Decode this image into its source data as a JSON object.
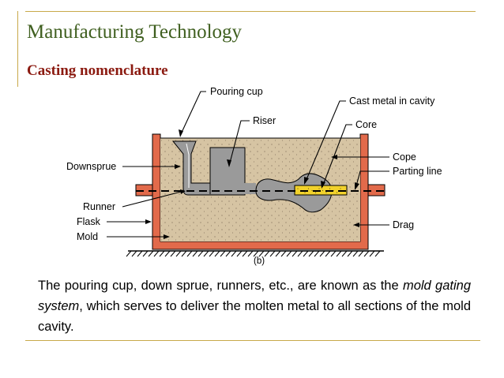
{
  "slide": {
    "title": "Manufacturing Technology",
    "subtitle": "Casting nomenclature"
  },
  "diagram": {
    "labels": {
      "pouring_cup": "Pouring cup",
      "riser": "Riser",
      "cast_metal": "Cast metal in cavity",
      "core": "Core",
      "downsprue": "Downsprue",
      "cope": "Cope",
      "parting_line": "Parting line",
      "runner": "Runner",
      "flask": "Flask",
      "mold": "Mold",
      "drag": "Drag",
      "caption": "(b)"
    },
    "colors": {
      "sand": "#d6c4a3",
      "flask": "#e26a4b",
      "metal": "#9a9a9a",
      "core": "#f2d22b",
      "line": "#000000"
    }
  },
  "description": {
    "part1": "The pouring cup, down sprue, runners, etc., are known as the ",
    "italic": "mold gating system",
    "part2": ", which serves to deliver the molten metal to all sections of the mold cavity."
  }
}
